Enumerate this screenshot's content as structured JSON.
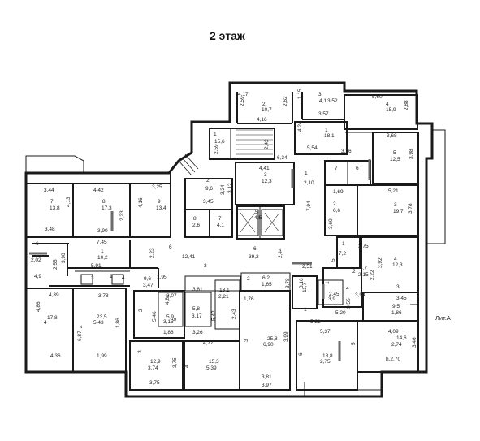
{
  "title": "2 этаж",
  "lit_label": "Лит.А",
  "colors": {
    "wall": "#1a1a1a",
    "ink": "#222222",
    "paper": "#ffffff",
    "hatch": "#6b6b6b"
  },
  "labels": [
    "4,17",
    "3",
    "4,1",
    "3,52",
    "5,60",
    "2,59",
    "2",
    "10,7",
    "2,62",
    "1,15",
    "4",
    "15,9",
    "2,88",
    "3,57",
    "4,16",
    "4,24",
    "1",
    "18,1",
    "1",
    "15,6",
    "2,42",
    "2,59",
    "6,34",
    "5,54",
    "3,68",
    "3,36",
    "5",
    "12,5",
    "3,98",
    "4,41",
    "7",
    "6",
    "3,44",
    "4,42",
    "3,25",
    "2",
    "9,6",
    "3",
    "12,3",
    "1",
    "2,10",
    "3,24",
    "3,12",
    "1,69",
    "5,21",
    "7",
    "13,8",
    "4,13",
    "8",
    "17,3",
    "9",
    "13,4",
    "4,16",
    "3,45",
    "2",
    "6,6",
    "3",
    "19,7",
    "3,78",
    "2,23",
    "8",
    "2,6",
    "7",
    "4,1",
    "5",
    "4,5",
    "7,94",
    "3,60",
    "3,48",
    "3,90",
    "6",
    "7,45",
    "1",
    "7,2",
    "3,75",
    "1",
    "10,2",
    "2,23",
    "6",
    "12,41",
    "6",
    "39,2",
    "2,44",
    "4",
    "12,3",
    "3,92",
    "2,02",
    "2,55",
    "3,90",
    "4,9",
    "5,91",
    "3",
    "4",
    "3",
    "2,51",
    "5",
    "4,7",
    "2,15",
    "2,22",
    "1",
    "9,6",
    "3,47",
    "1,95",
    "3,81",
    "2",
    "6,2",
    "1,65",
    "3,78",
    "3,16",
    "3",
    "2",
    "1",
    "13,1",
    "2,21",
    "3,94",
    "3,45",
    "4,39",
    "3,78",
    "1,76",
    "3,9",
    "2,45",
    "11,7",
    "1",
    "4",
    "9,5",
    "1,86",
    "3,07",
    "4,81",
    "2,43",
    "3,55",
    "5,20",
    "4,86",
    "2",
    "5,9",
    "3,15",
    "5",
    "5,8",
    "3,17",
    "5,42",
    "5,21",
    "4",
    "17,8",
    "4",
    "23,5",
    "5,43",
    "1,86",
    "1,88",
    "3,26",
    "5,46",
    "6,87",
    "3",
    "25,8",
    "6,90",
    "3,99",
    "5,37",
    "4,09",
    "4,77",
    "6",
    "18,8",
    "2,75",
    "5",
    "14,6",
    "2,74",
    "3,46",
    "4,36",
    "1,99",
    "3",
    "12,9",
    "3,74",
    "3,75",
    "4",
    "15,3",
    "5,39",
    "h.2,70",
    "3,81",
    "3,75",
    "3,97"
  ]
}
